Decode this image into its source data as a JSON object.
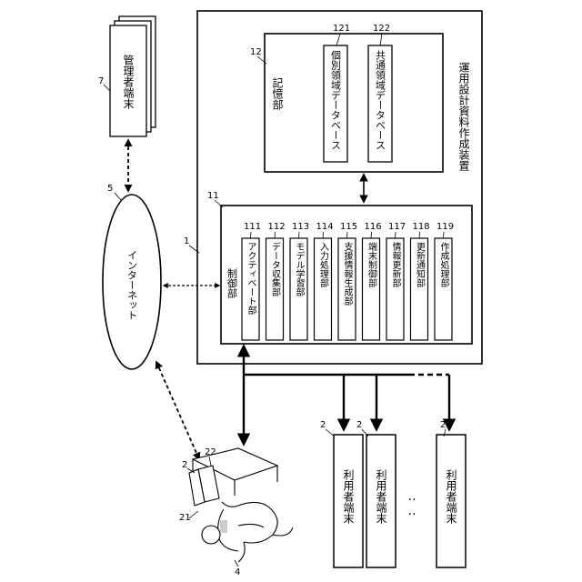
{
  "device": {
    "title": "運用設計資料作成装置",
    "number": "1"
  },
  "storage": {
    "title": "記憶部",
    "number": "12",
    "databases": [
      {
        "number": "121",
        "label": "個別領域データベース"
      },
      {
        "number": "122",
        "label": "共通領域データベース"
      }
    ]
  },
  "control": {
    "title": "制御部",
    "number": "11",
    "units": [
      {
        "number": "111",
        "label": "アクティベート部"
      },
      {
        "number": "112",
        "label": "データ収集部"
      },
      {
        "number": "113",
        "label": "モデル学習部"
      },
      {
        "number": "114",
        "label": "入力処理部"
      },
      {
        "number": "115",
        "label": "支援情報生成部"
      },
      {
        "number": "116",
        "label": "端末制御部"
      },
      {
        "number": "117",
        "label": "情報更新部"
      },
      {
        "number": "118",
        "label": "更新通知部"
      },
      {
        "number": "119",
        "label": "作成処理部"
      }
    ]
  },
  "internet": {
    "label": "インターネット",
    "number": "5"
  },
  "admin_terminal": {
    "label": "管理者端末",
    "number": "7"
  },
  "user_terminals": {
    "label": "利用者端末",
    "number": "2",
    "ellipsis": "‥‥"
  },
  "user": {
    "terminal_number": "2",
    "person_number": "21",
    "device_number": "22",
    "operator_number": "4"
  }
}
